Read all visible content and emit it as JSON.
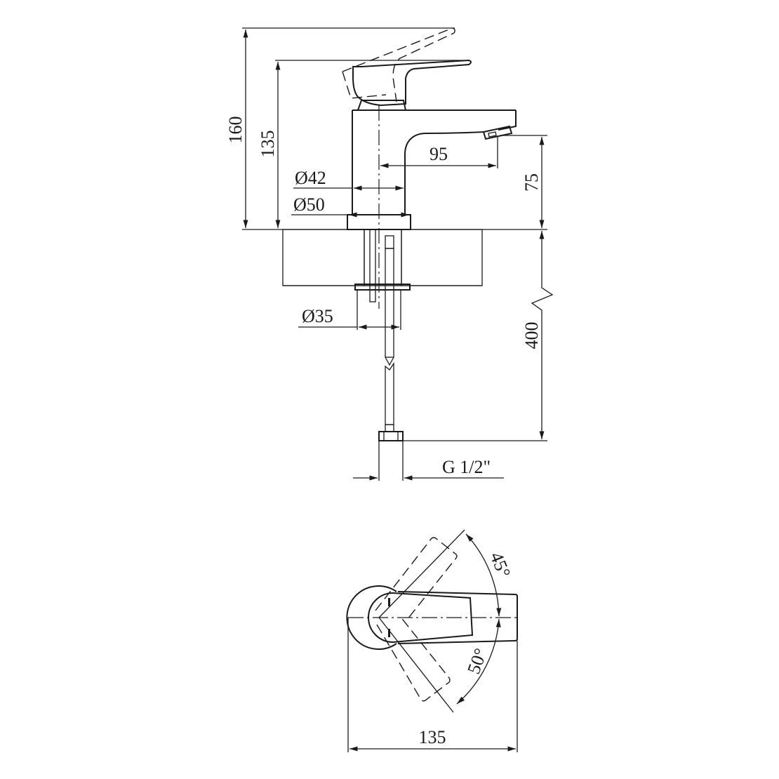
{
  "side_view": {
    "dim_total_height": "160",
    "dim_lever_height": "135",
    "dim_spout_reach": "95",
    "dim_spout_height": "75",
    "dim_body_diameter": "Ø42",
    "dim_base_diameter": "Ø50",
    "dim_hole_diameter": "Ø35",
    "dim_hose_length": "400",
    "dim_connection_thread": "G 1/2\""
  },
  "top_view": {
    "angle_open_up": "45°",
    "angle_open_down": "50°",
    "dim_total_length": "135"
  },
  "colors": {
    "line": "#1a1a1a",
    "background": "#ffffff"
  }
}
